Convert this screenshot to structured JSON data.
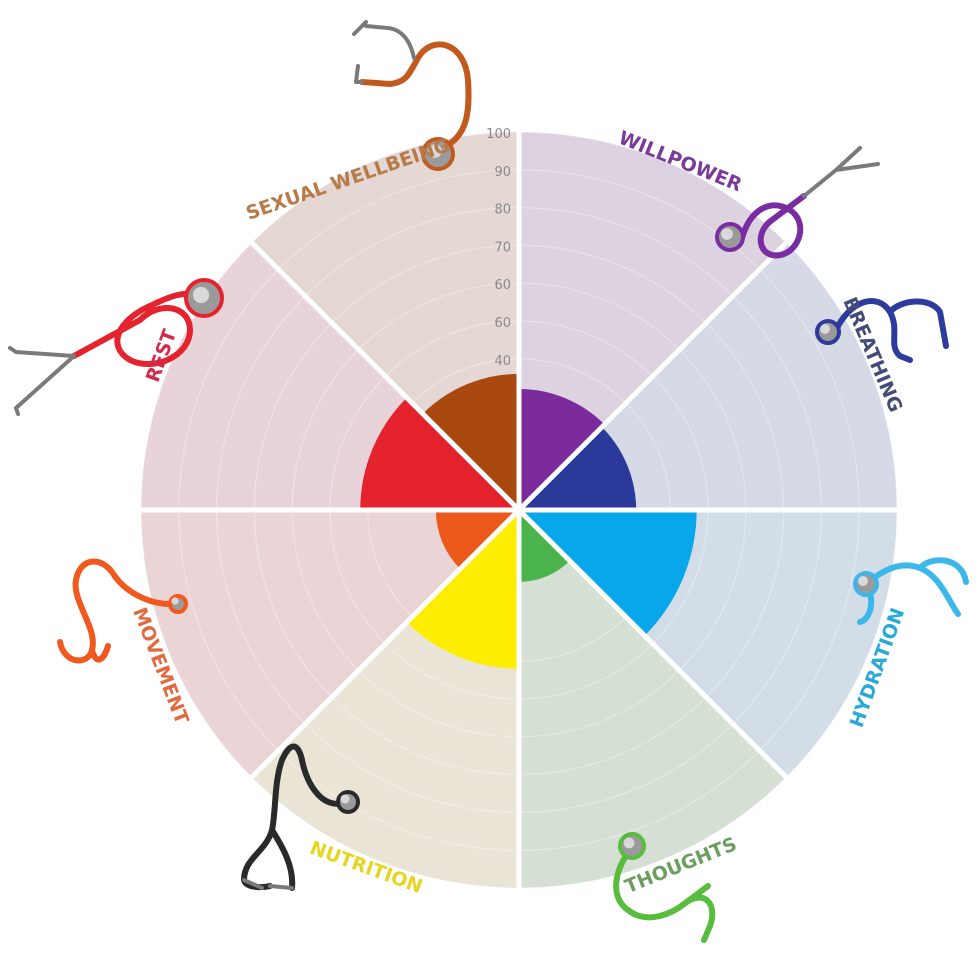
{
  "chart_data": {
    "type": "polar-area",
    "scale": {
      "min": 0,
      "max": 100
    },
    "ticks": [
      {
        "value": 40,
        "label": "40"
      },
      {
        "value": 50,
        "label": "60"
      },
      {
        "value": 60,
        "label": "60"
      },
      {
        "value": 70,
        "label": "70"
      },
      {
        "value": 80,
        "label": "80"
      },
      {
        "value": 90,
        "label": "90"
      },
      {
        "value": 100,
        "label": "100"
      }
    ],
    "segments": [
      {
        "name": "WILLPOWER",
        "value": 32,
        "color": "#7b2a9c",
        "bg": "#dcd2e0",
        "label_color": "#7b3a98"
      },
      {
        "name": "BREATHING",
        "value": 31,
        "color": "#2b3a9a",
        "bg": "#d6d9e6",
        "label_color": "#444b7a"
      },
      {
        "name": "HYDRATION",
        "value": 47,
        "color": "#08a6ea",
        "bg": "#d2dde8",
        "label_color": "#2aa9d9"
      },
      {
        "name": "THOUGHTS",
        "value": 19,
        "color": "#4bb34b",
        "bg": "#d6dfd4",
        "label_color": "#6b9e5f"
      },
      {
        "name": "NUTRITION",
        "value": 42,
        "color": "#ffed00",
        "bg": "#e9e4d6",
        "label_color": "#e6d621"
      },
      {
        "name": "MOVEMENT",
        "value": 22,
        "color": "#ec5a1b",
        "bg": "#ead4d6",
        "label_color": "#e06a41"
      },
      {
        "name": "REST",
        "value": 42,
        "color": "#e5232e",
        "bg": "#e8d3d9",
        "label_color": "#d22a4a"
      },
      {
        "name": "SEXUAL WELLBEING",
        "value": 36,
        "color": "#a9480f",
        "bg": "#e4d7d4",
        "label_color": "#b77a48"
      }
    ],
    "stethoscope_colors": {
      "WILLPOWER": "#7a2ca2",
      "BREATHING": "#2c3b9c",
      "HYDRATION": "#3bb7ea",
      "THOUGHTS": "#58bc3f",
      "NUTRITION": "#2a2a2a",
      "MOVEMENT": "#f0581e",
      "REST": "#e5232e",
      "SEXUAL WELLBEING": "#c25a1e"
    }
  }
}
